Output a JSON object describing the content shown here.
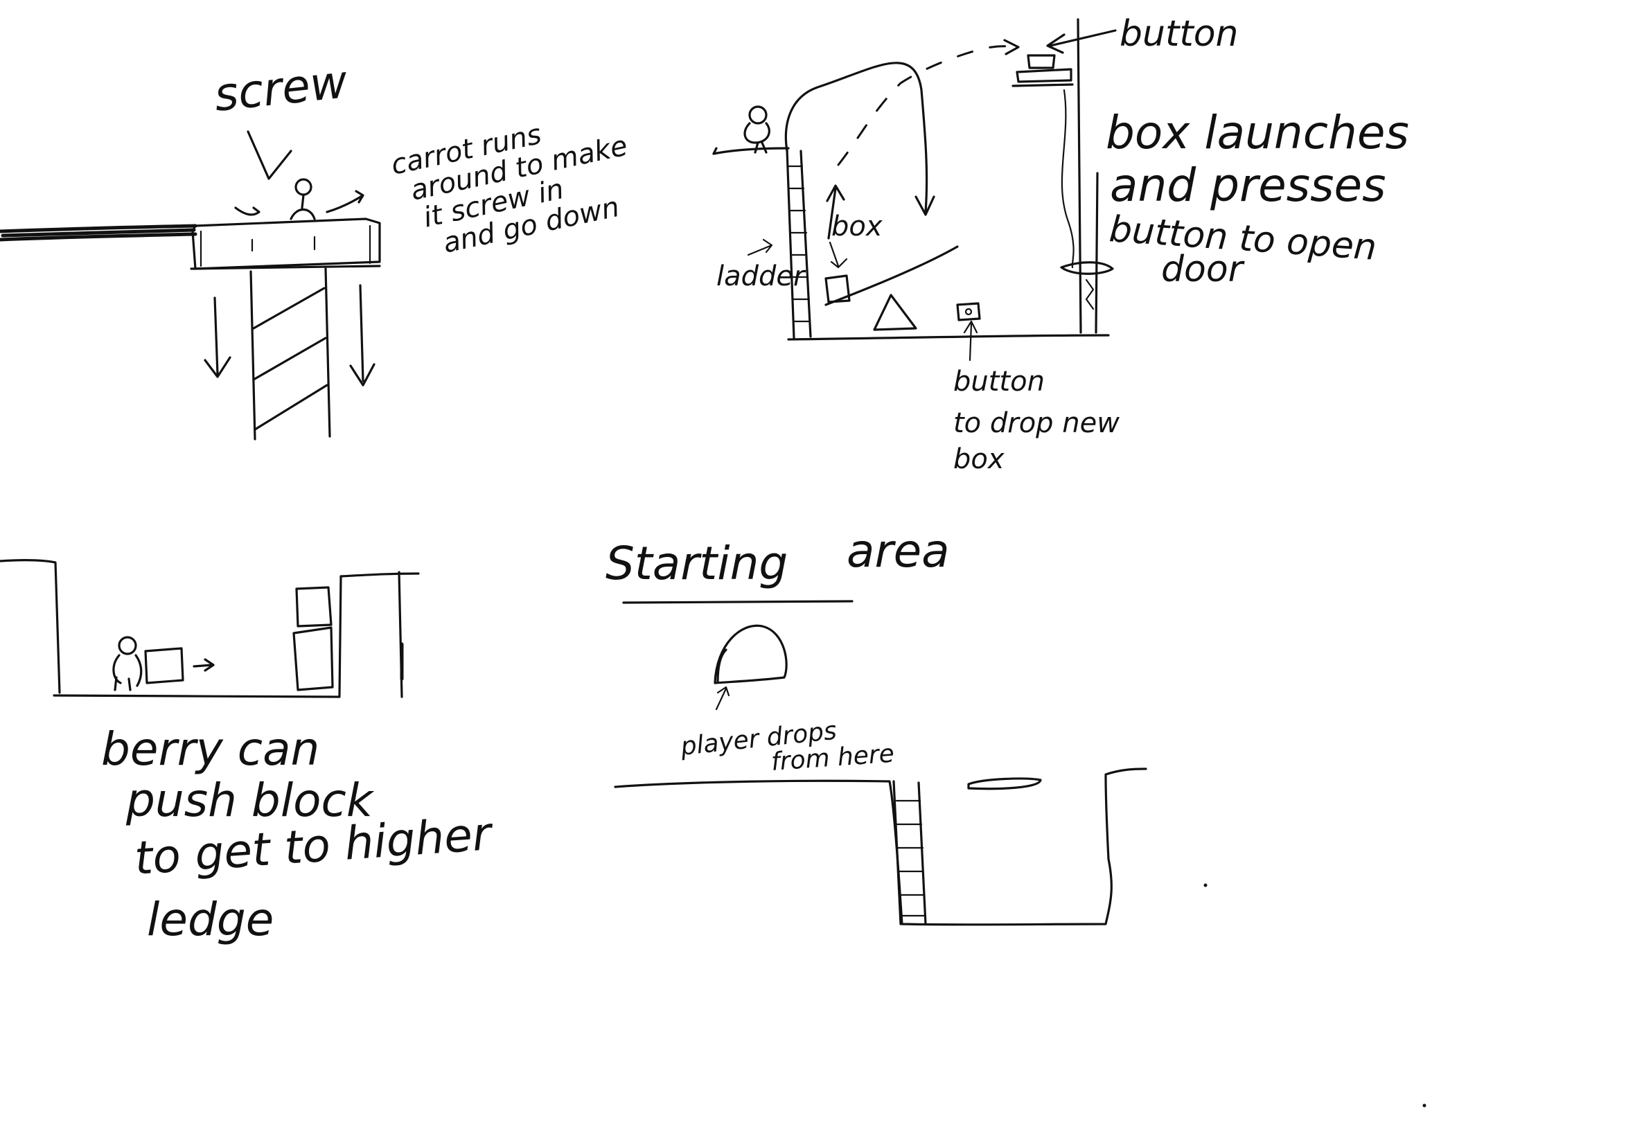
{
  "sketch1": {
    "title": "screw",
    "note_lines": [
      "carrot runs",
      "around to make",
      "it screw in",
      "and go down"
    ]
  },
  "sketch2": {
    "button_top": "button",
    "note_lines": [
      "box launches",
      "and presses",
      "button to open",
      "door"
    ],
    "box_label": "box",
    "ladder_label": "ladder",
    "drop_lines": [
      "button",
      "to drop new",
      "box"
    ]
  },
  "sketch3": {
    "note_lines": [
      "berry can",
      "push block",
      "to get to higher",
      "ledge"
    ]
  },
  "sketch4": {
    "title_left": "Starting",
    "title_right": "area",
    "drop_lines": [
      "player drops",
      "from here"
    ]
  }
}
